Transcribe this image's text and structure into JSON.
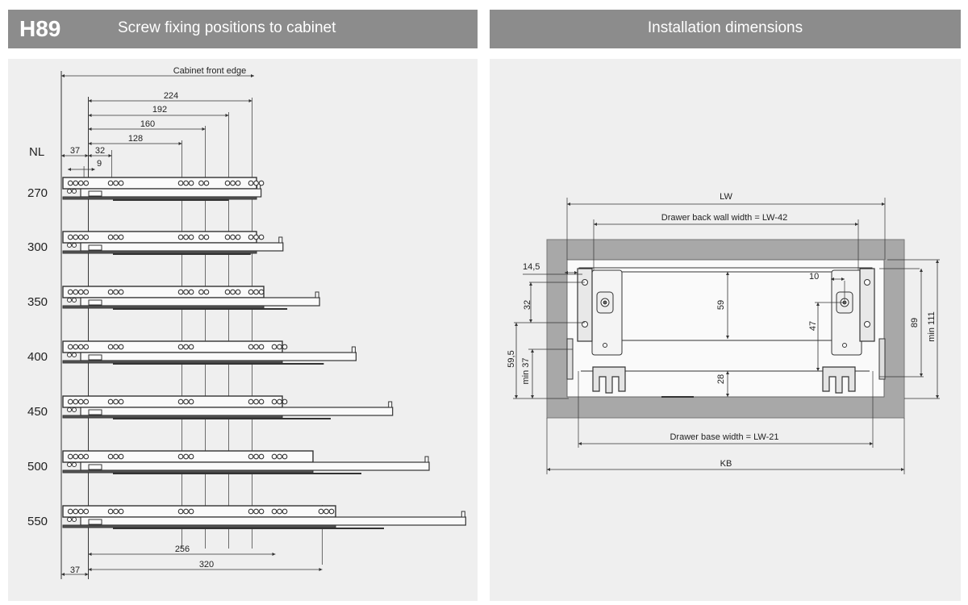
{
  "left_header": {
    "code": "H89",
    "title": "Screw fixing positions to cabinet"
  },
  "right_header": {
    "title": "Installation dimensions"
  },
  "screw_diagram": {
    "front_edge_label": "Cabinet front edge",
    "nl_label": "NL",
    "top_dimensions": [
      "224",
      "192",
      "160",
      "128"
    ],
    "small_dimensions": {
      "d37": "37",
      "d32": "32",
      "d9": "9"
    },
    "bottom_dimensions": {
      "d256": "256",
      "d320": "320",
      "d37": "37"
    },
    "nominal_lengths": [
      "270",
      "300",
      "350",
      "400",
      "450",
      "500",
      "550"
    ]
  },
  "install_diagram": {
    "lw": "LW",
    "back_wall": "Drawer back wall width = LW-42",
    "base_width": "Drawer base width = LW-21",
    "kb": "KB",
    "d14_5": "14,5",
    "d32": "32",
    "d59_5": "59,5",
    "min37": "min 37",
    "d59": "59",
    "d28": "28",
    "d10": "10",
    "d47": "47",
    "d89": "89",
    "min111": "min 111"
  }
}
